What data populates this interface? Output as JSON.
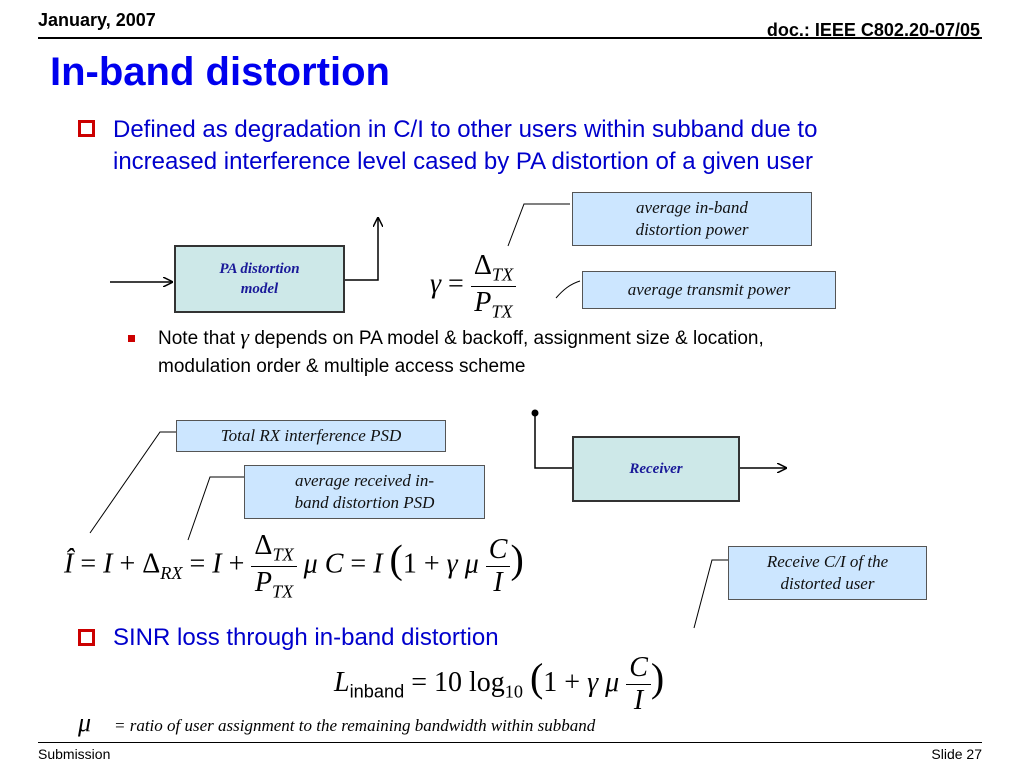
{
  "header": {
    "date": "January, 2007",
    "doc_id": "doc.: IEEE C802.20-07/05"
  },
  "title": "In-band distortion",
  "bullets": {
    "b1_line1": "Defined as degradation in C/I to other users within subband due to",
    "b1_line2": "increased interference level cased by PA distortion of a given user",
    "sub_line1_pre": "Note that",
    "sub_line1_symbol": "γ",
    "sub_line1_post": "depends on PA model & backoff, assignment size & location,",
    "sub_line2": "modulation order & multiple access scheme",
    "b2": "SINR loss through in-band distortion"
  },
  "blocks": {
    "pa_line1": "PA distortion",
    "pa_line2": "model",
    "receiver": "Receiver"
  },
  "notes": {
    "avg_inband_power_1": "average in-band",
    "avg_inband_power_2": "distortion power",
    "avg_tx_power": "average transmit power",
    "total_rx_psd": "Total RX interference PSD",
    "avg_rx_psd_1": "average received in-",
    "avg_rx_psd_2": "band distortion PSD",
    "receive_ci_1": "Receive C/I of the",
    "receive_ci_2": "distorted user"
  },
  "mu_note": {
    "symbol": "μ",
    "text": "= ratio of user assignment to the remaining bandwidth within subband"
  },
  "footer": {
    "left": "Submission",
    "right": "Slide 27"
  }
}
